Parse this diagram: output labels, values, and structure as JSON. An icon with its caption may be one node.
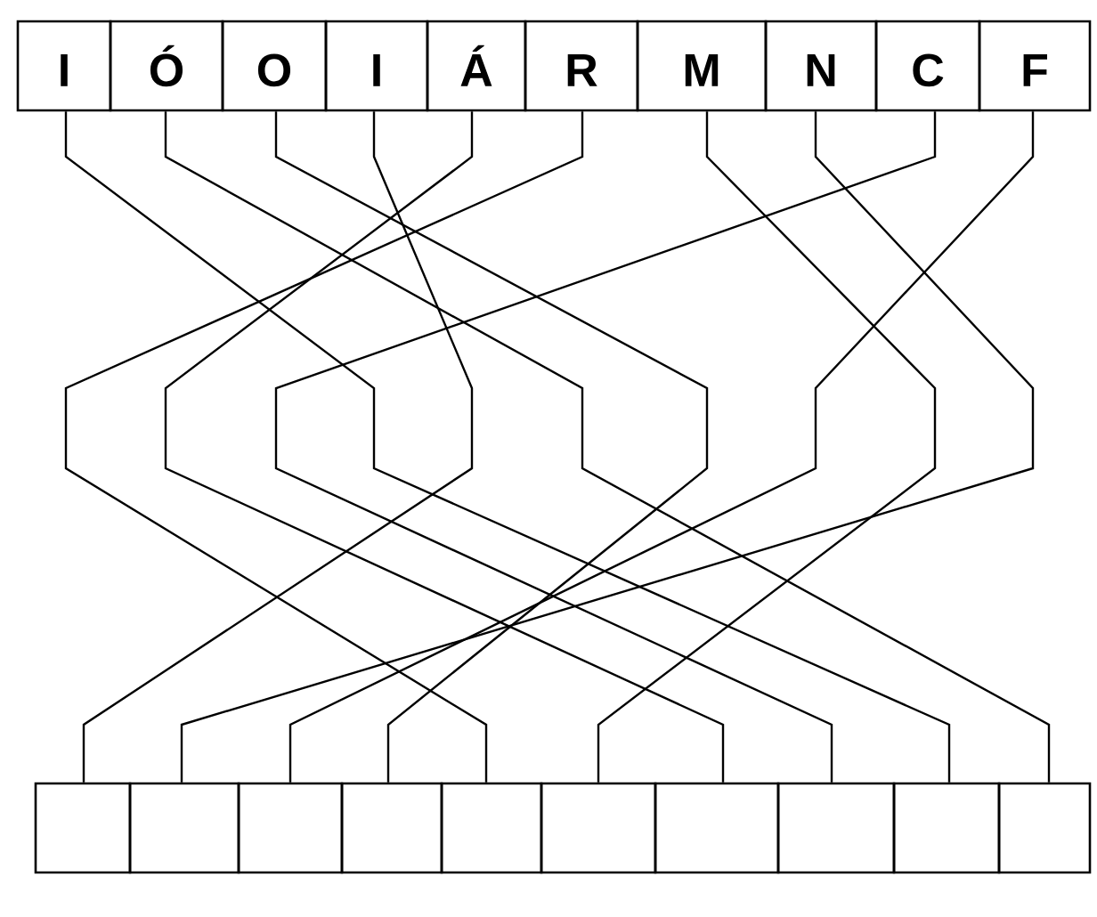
{
  "diagram": {
    "nodes": [
      {
        "text": [
          "I"
        ]
      },
      {
        "text": [
          "Ó"
        ]
      },
      {
        "text": [
          "O"
        ]
      },
      {
        "text": [
          "I"
        ]
      },
      {
        "text": [
          "Á"
        ]
      },
      {
        "text": [
          "R"
        ]
      },
      {
        "text": [
          "M"
        ]
      },
      {
        "text": [
          "N"
        ]
      },
      {
        "text": [
          "C"
        ]
      },
      {
        "text": [
          "F"
        ]
      },
      {
        "text": [],
        "shape": "box"
      },
      {
        "text": [],
        "shape": "box"
      },
      {
        "text": [],
        "shape": "box"
      },
      {
        "text": [],
        "shape": "box"
      },
      {
        "text": [],
        "shape": "box"
      },
      {
        "text": [],
        "shape": "box"
      },
      {
        "text": [],
        "shape": "box"
      },
      {
        "text": [],
        "shape": "box"
      },
      {
        "text": [],
        "shape": "box"
      },
      {
        "text": [],
        "shape": "box"
      }
    ],
    "edges": [
      {
        "from": 0,
        "to": 18,
        "arrow": "none"
      },
      {
        "from": 1,
        "to": 19,
        "arrow": "none"
      },
      {
        "from": 2,
        "to": 13,
        "arrow": "none"
      },
      {
        "from": 3,
        "to": 10,
        "arrow": "none"
      },
      {
        "from": 4,
        "to": 16,
        "arrow": "none"
      },
      {
        "from": 5,
        "to": 14,
        "arrow": "none"
      },
      {
        "from": 6,
        "to": 15,
        "arrow": "none"
      },
      {
        "from": 7,
        "to": 11,
        "arrow": "none"
      },
      {
        "from": 8,
        "to": 17,
        "arrow": "none"
      },
      {
        "from": 9,
        "to": 12,
        "arrow": "none"
      }
    ]
  }
}
